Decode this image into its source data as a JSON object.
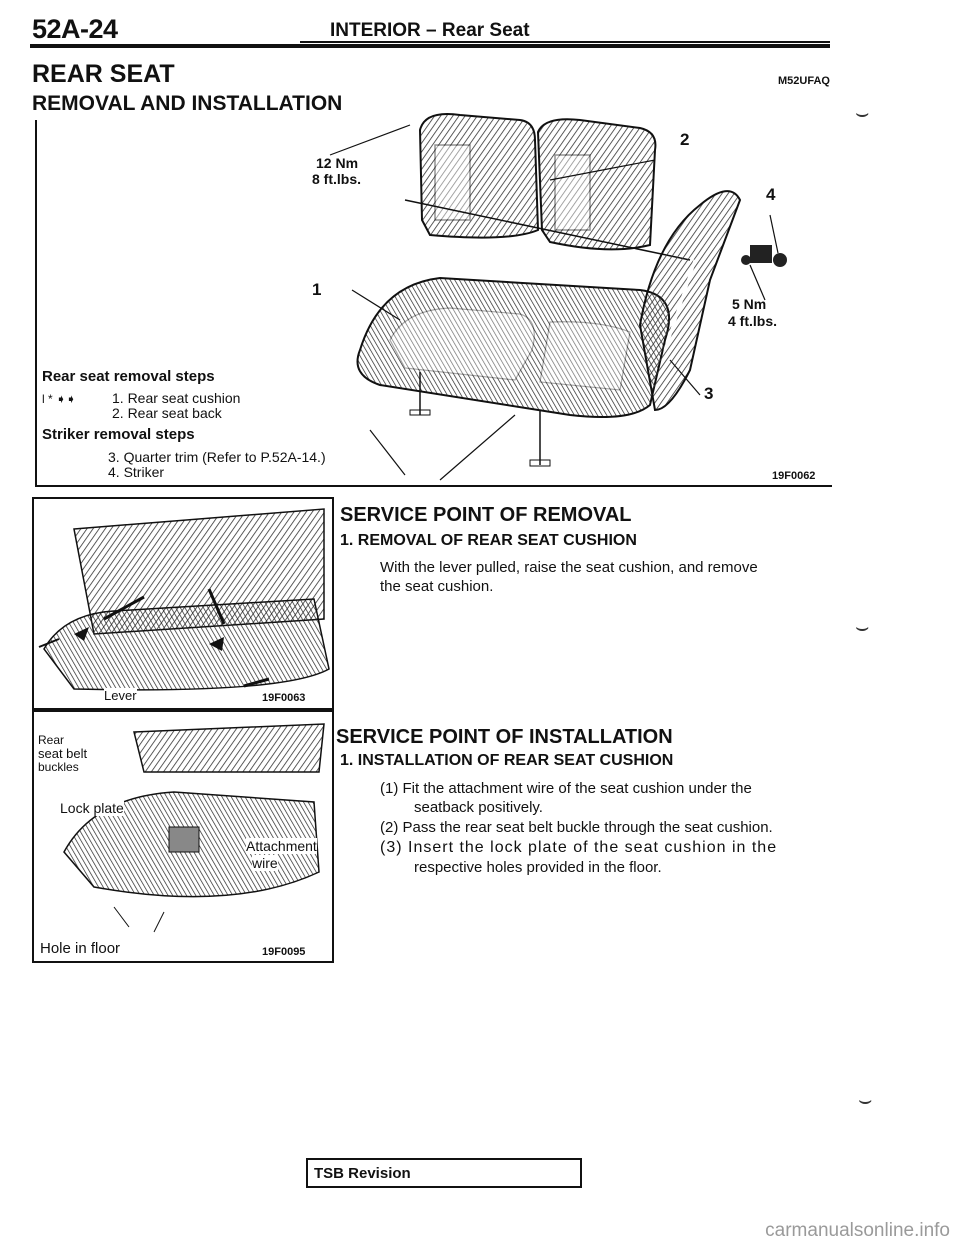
{
  "header": {
    "page_number": "52A-24",
    "title": "INTERIOR – Rear Seat"
  },
  "section": {
    "title": "REAR SEAT",
    "code": "M52UFAQ",
    "subtitle": "REMOVAL AND INSTALLATION"
  },
  "diagram": {
    "torque1_nm": "12 Nm",
    "torque1_ft": "8 ft.lbs.",
    "torque2_nm": "5 Nm",
    "torque2_ft": "4 ft.lbs.",
    "labels": [
      "1",
      "2",
      "3",
      "4"
    ],
    "figure_code": "19F0062"
  },
  "removal_steps": {
    "heading": "Rear seat removal steps",
    "marker": "l * ➧➧",
    "items": [
      "1. Rear seat cushion",
      "2. Rear seat back"
    ]
  },
  "striker_steps": {
    "heading": "Striker removal steps",
    "items": [
      "3. Quarter trim (Refer to P.52A-14.)",
      "4. Striker"
    ]
  },
  "photo1": {
    "label": "Lever",
    "figure_code": "19F0063"
  },
  "photo2": {
    "labels": {
      "belt_line1": "Rear",
      "belt_line2": "seat belt",
      "belt_line3": "buckles",
      "lock": "Lock plate",
      "attach1": "Attachment",
      "attach2": "wire",
      "hole": "Hole in floor"
    },
    "figure_code": "19F0095"
  },
  "service_removal": {
    "title": "SERVICE POINT OF REMOVAL",
    "subtitle": "1. REMOVAL OF REAR SEAT CUSHION",
    "text_line1": "With the lever pulled, raise the seat cushion, and remove",
    "text_line2": "the seat cushion."
  },
  "service_installation": {
    "title": "SERVICE POINT OF INSTALLATION",
    "subtitle": "1. INSTALLATION OF REAR SEAT CUSHION",
    "step1_line1": "(1) Fit the attachment wire of the seat cushion under the",
    "step1_line2": "seatback positively.",
    "step2": "(2) Pass the rear seat belt buckle through the seat cushion.",
    "step3_line1": "(3) Insert the lock plate of the seat cushion in the",
    "step3_line2": "respective holes provided in the floor."
  },
  "footer": {
    "tsb": "TSB Revision",
    "watermark": "carmanualsonline.info"
  }
}
